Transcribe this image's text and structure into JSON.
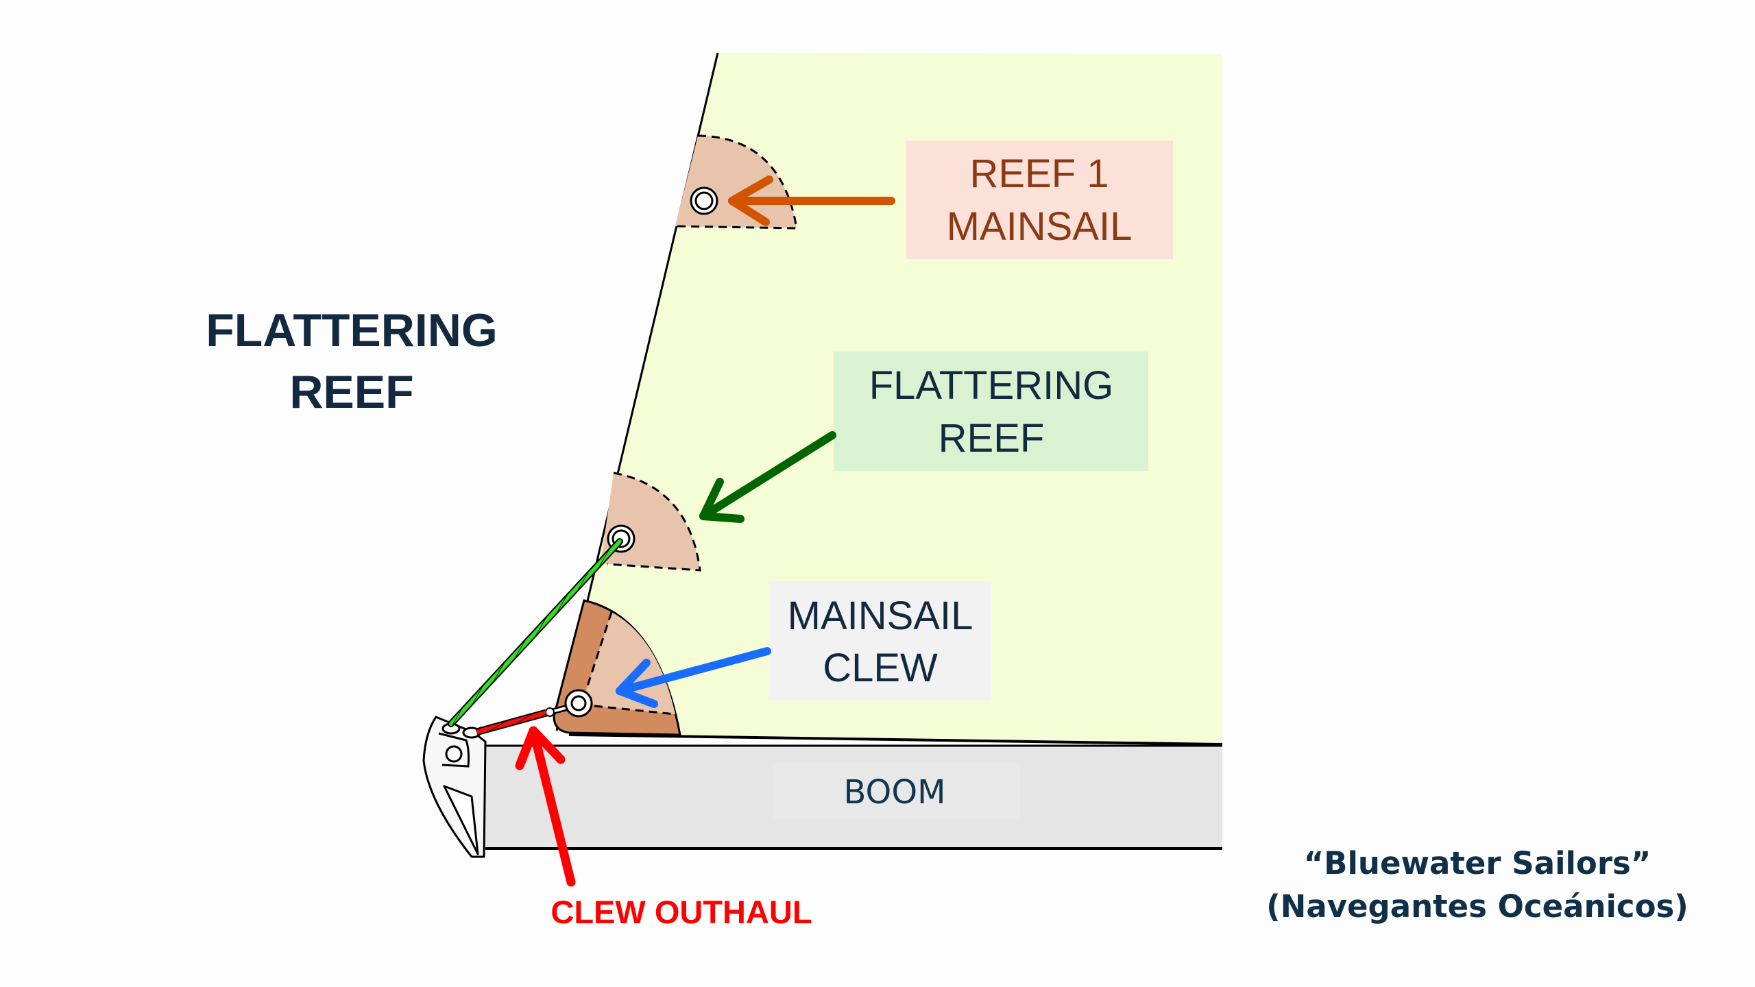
{
  "title": {
    "line1": "FLATTERING",
    "line2": "REEF"
  },
  "callouts": {
    "reef1": {
      "line1": "REEF 1",
      "line2": "MAINSAIL",
      "text_color": "#8b3a14",
      "box_color": "#fbe1d8",
      "arrow_color": "#d35400"
    },
    "flattering_reef": {
      "line1": "FLATTERING",
      "line2": "REEF",
      "text_color": "#12293f",
      "box_color": "#d8f2d2",
      "arrow_color": "#006400"
    },
    "mainsail_clew": {
      "line1": "MAINSAIL",
      "line2": "CLEW",
      "text_color": "#12293f",
      "box_color": "#f2f2f2",
      "arrow_color": "#1a6cff"
    },
    "boom": {
      "label": "BOOM"
    },
    "clew_outhaul": {
      "label": "CLEW OUTHAUL",
      "color": "#ff0000"
    }
  },
  "credit": {
    "line1": "“Bluewater Sailors”",
    "line2": "(Navegantes Oceánicos)"
  },
  "colors": {
    "sail": "#f4fdd5",
    "reef_patch": "#e8c4ad",
    "clew_patch": "#d28b5e",
    "boom": "#e5e5e5",
    "flattering_line": "#33dd22",
    "outhaul_line": "#ee1111"
  }
}
